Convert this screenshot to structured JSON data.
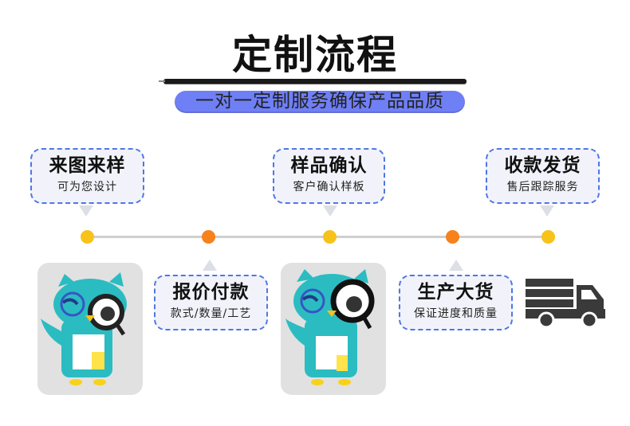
{
  "header": {
    "title": "定制流程",
    "subtitle": "一对一定制服务确保产品品质"
  },
  "steps": [
    {
      "title": "来图来样",
      "subtitle": "可为您设计"
    },
    {
      "title": "报价付款",
      "subtitle": "款式/数量/工艺"
    },
    {
      "title": "样品确认",
      "subtitle": "客户确认样板"
    },
    {
      "title": "生产大货",
      "subtitle": "保证进度和质量"
    },
    {
      "title": "收款发货",
      "subtitle": "售后跟踪服务"
    }
  ],
  "timeline": {
    "dot_colors": [
      "#f7c21a",
      "#f7811b",
      "#f7c21a",
      "#f7811b",
      "#f7c21a"
    ]
  },
  "colors": {
    "card_border": "#4e77e4",
    "subtitle_pill": "#6f7ff5",
    "mascot_body": "#2bbcc2",
    "truck": "#3a3a3a"
  },
  "icons": {
    "mascot": "owl-with-magnifier-icon",
    "truck": "delivery-truck-icon"
  }
}
